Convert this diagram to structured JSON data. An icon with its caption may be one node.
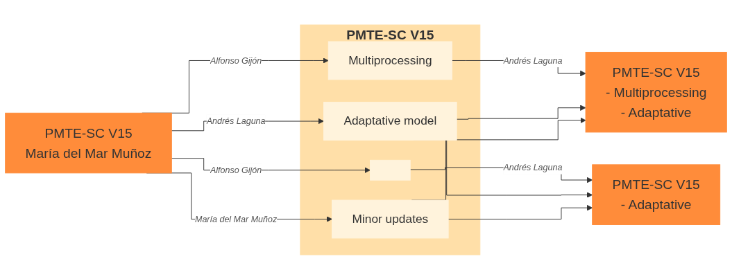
{
  "diagram": {
    "nodes": [
      {
        "text": [
          "PMTE-SC V15",
          "María del Mar Muñoz"
        ]
      },
      {
        "text": [
          "PMTE-SC V15"
        ]
      },
      {
        "text": [
          "Multiprocessing"
        ],
        "in": 1
      },
      {
        "text": [],
        "shape": "box",
        "in": 1
      },
      {
        "text": [
          "Adaptative model"
        ],
        "in": 1
      },
      {
        "text": [
          "Minor updates"
        ],
        "in": 1
      },
      {
        "text": [
          "PMTE-SC V15",
          "- Multiprocessing",
          "- Adaptative"
        ]
      },
      {
        "text": [
          "PMTE-SC V15",
          "- Adaptative"
        ]
      }
    ],
    "edges": [
      {
        "from": 0,
        "to": 2,
        "arrow": "to",
        "label": "Alfonso Gijón"
      },
      {
        "from": 0,
        "to": 3,
        "arrow": "to",
        "label": "Alfonso Gijón"
      },
      {
        "from": 0,
        "to": 4,
        "arrow": "to",
        "label": "Andrés Laguna"
      },
      {
        "from": 0,
        "to": 5,
        "arrow": "to",
        "label": "María del Mar Muñoz"
      },
      {
        "from": 2,
        "to": 6,
        "arrow": "to",
        "label": "Andrés Laguna"
      },
      {
        "from": 3,
        "to": 7,
        "arrow": "to",
        "label": "Andrés Laguna"
      },
      {
        "from": 4,
        "to": 6,
        "arrow": "to"
      },
      {
        "from": 4,
        "to": 7,
        "arrow": "to"
      },
      {
        "from": 5,
        "to": 6,
        "arrow": "to"
      },
      {
        "from": 5,
        "to": 7,
        "arrow": "to"
      }
    ]
  }
}
